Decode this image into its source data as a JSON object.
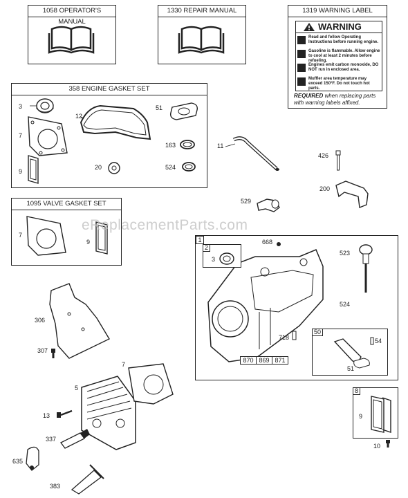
{
  "manuals": {
    "operators": "1058 OPERATOR'S MANUAL",
    "repair": "1330 REPAIR MANUAL",
    "warning_label": "1319 WARNING LABEL"
  },
  "warning": {
    "header": "WARNING",
    "lines": [
      "Read and follow Operating Instructions before running engine.",
      "Gasoline is flammable. Allow engine to cool at least 2 minutes before refueling.",
      "Engines emit carbon monoxide, DO NOT run in enclosed area.",
      "Muffler area temperature may exceed 150°F. Do not touch hot parts."
    ],
    "required_bold": "REQUIRED",
    "required_text": "when replacing parts with warning labels affixed."
  },
  "kits": {
    "engine_gasket": "358 ENGINE GASKET SET",
    "valve_gasket": "1095 VALVE GASKET SET"
  },
  "callouts": {
    "c3": "3",
    "c7": "7",
    "c9": "9",
    "c12": "12",
    "c20": "20",
    "c51": "51",
    "c163": "163",
    "c524": "524",
    "c11": "11",
    "c426": "426",
    "c200": "200",
    "c529": "529",
    "c7b": "7",
    "c9b": "9",
    "c1": "1",
    "c668": "668",
    "c2": "2",
    "c3b": "3",
    "c523": "523",
    "c524b": "524",
    "c718": "718",
    "c870": "870",
    "c869": "869",
    "c871": "871",
    "c50": "50",
    "c54": "54",
    "c51b": "51",
    "c306": "306",
    "c307": "307",
    "c5": "5",
    "c7c": "7",
    "c13": "13",
    "c337": "337",
    "c635": "635",
    "c383": "383",
    "c8": "8",
    "c9c": "9",
    "c10": "10"
  },
  "watermark": "eReplacementParts.com"
}
